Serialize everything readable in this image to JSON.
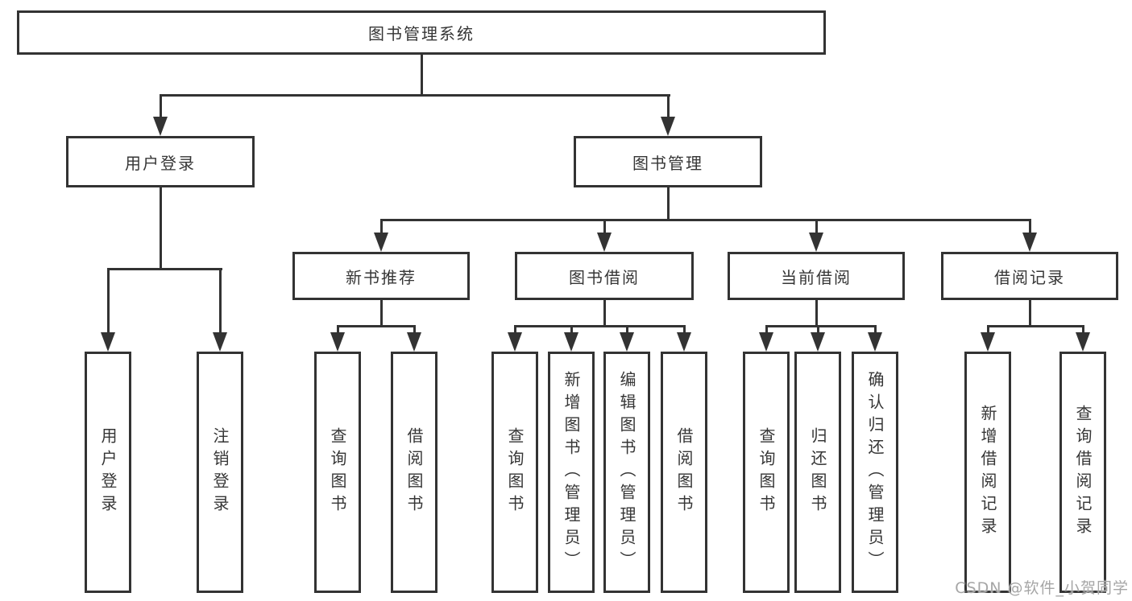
{
  "diagram": {
    "root": "图书管理系统",
    "level2": [
      "用户登录",
      "图书管理"
    ],
    "level3": [
      "新书推荐",
      "图书借阅",
      "当前借阅",
      "借阅记录"
    ],
    "leaves": {
      "user_login": [
        "用户登录",
        "注销登录"
      ],
      "new_book_recommend": [
        "查询图书",
        "借阅图书"
      ],
      "book_borrow": [
        "查询图书",
        "新增图书（管理员）",
        "编辑图书（管理员）",
        "借阅图书"
      ],
      "current_borrow": [
        "查询图书",
        "归还图书",
        "确认归还（管理员）"
      ],
      "borrow_record": [
        "新增借阅记录",
        "查询借阅记录"
      ]
    }
  },
  "watermark": "CSDN @软件_小贺同学",
  "colors": {
    "line": "#333333",
    "text": "#363636",
    "background": "#ffffff",
    "watermark": "#a6a6a6"
  }
}
